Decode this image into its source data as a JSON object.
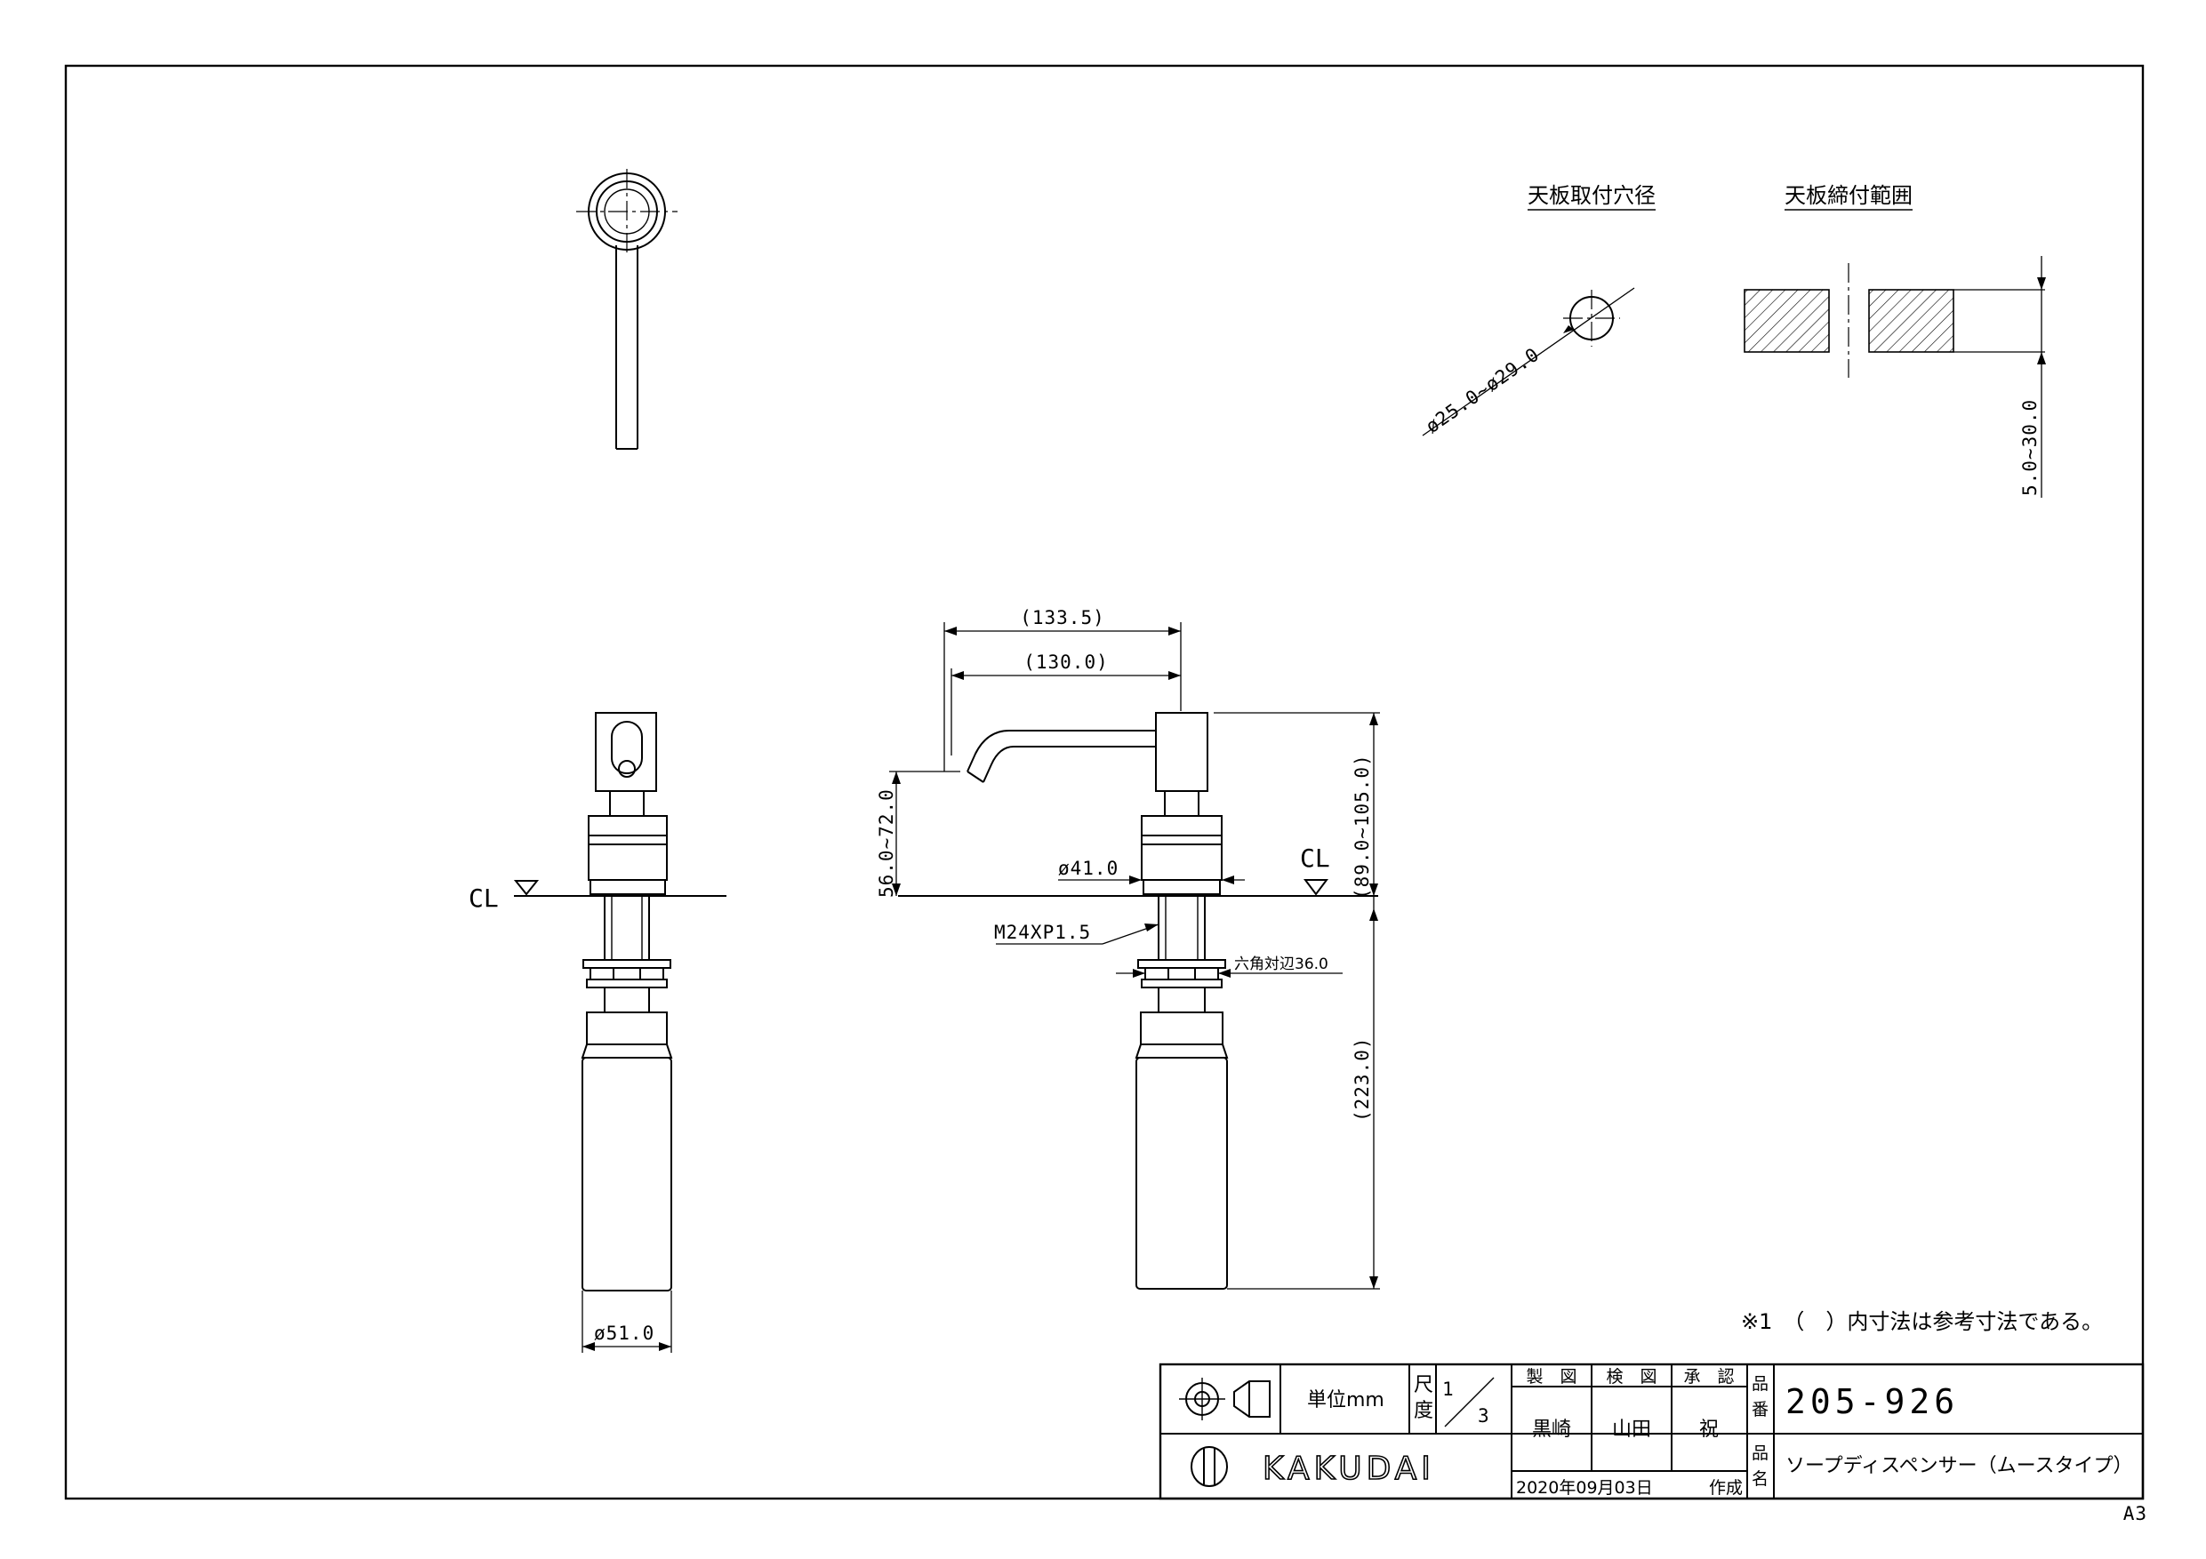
{
  "sheet": {
    "paper_size": "A3"
  },
  "top_view": {},
  "install_details": {
    "hole_title": "天板取付穴径",
    "hole_dim": "ø25.0~ø29.0",
    "clamp_title": "天板締付範囲",
    "clamp_dim": "5.0~30.0"
  },
  "front_view": {
    "cl_label": "CL",
    "dia_body": "ø51.0"
  },
  "side_view": {
    "cl_label": "CL",
    "dim_total_reach": "(133.5)",
    "dim_reach": "(130.0)",
    "dim_spout_height": "56.0~72.0",
    "dim_head_height": "(89.0~105.0)",
    "dim_flange": "ø41.0",
    "dim_thread": "M24XP1.5",
    "dim_hex": "六角対辺36.0",
    "dim_below": "(223.0)"
  },
  "note": "※1　（　）内寸法は参考寸法である。",
  "title_block": {
    "unit_label": "単位mm",
    "scale_label_1": "尺",
    "scale_label_2": "度",
    "scale_num": "1",
    "scale_den": "3",
    "made_label": "製　図",
    "checked_label": "検　図",
    "approved_label": "承　認",
    "made_by": "黒崎",
    "checked_by": "山田",
    "approved_by": "祝",
    "part_no_label_1": "品",
    "part_no_label_2": "番",
    "part_no": "205-926",
    "part_name_label_1": "品",
    "part_name_label_2": "名",
    "part_name": "ソープディスペンサー（ムースタイプ）",
    "date": "2020年09月03日",
    "created_label": "作成",
    "company": "KAKUDAI"
  }
}
